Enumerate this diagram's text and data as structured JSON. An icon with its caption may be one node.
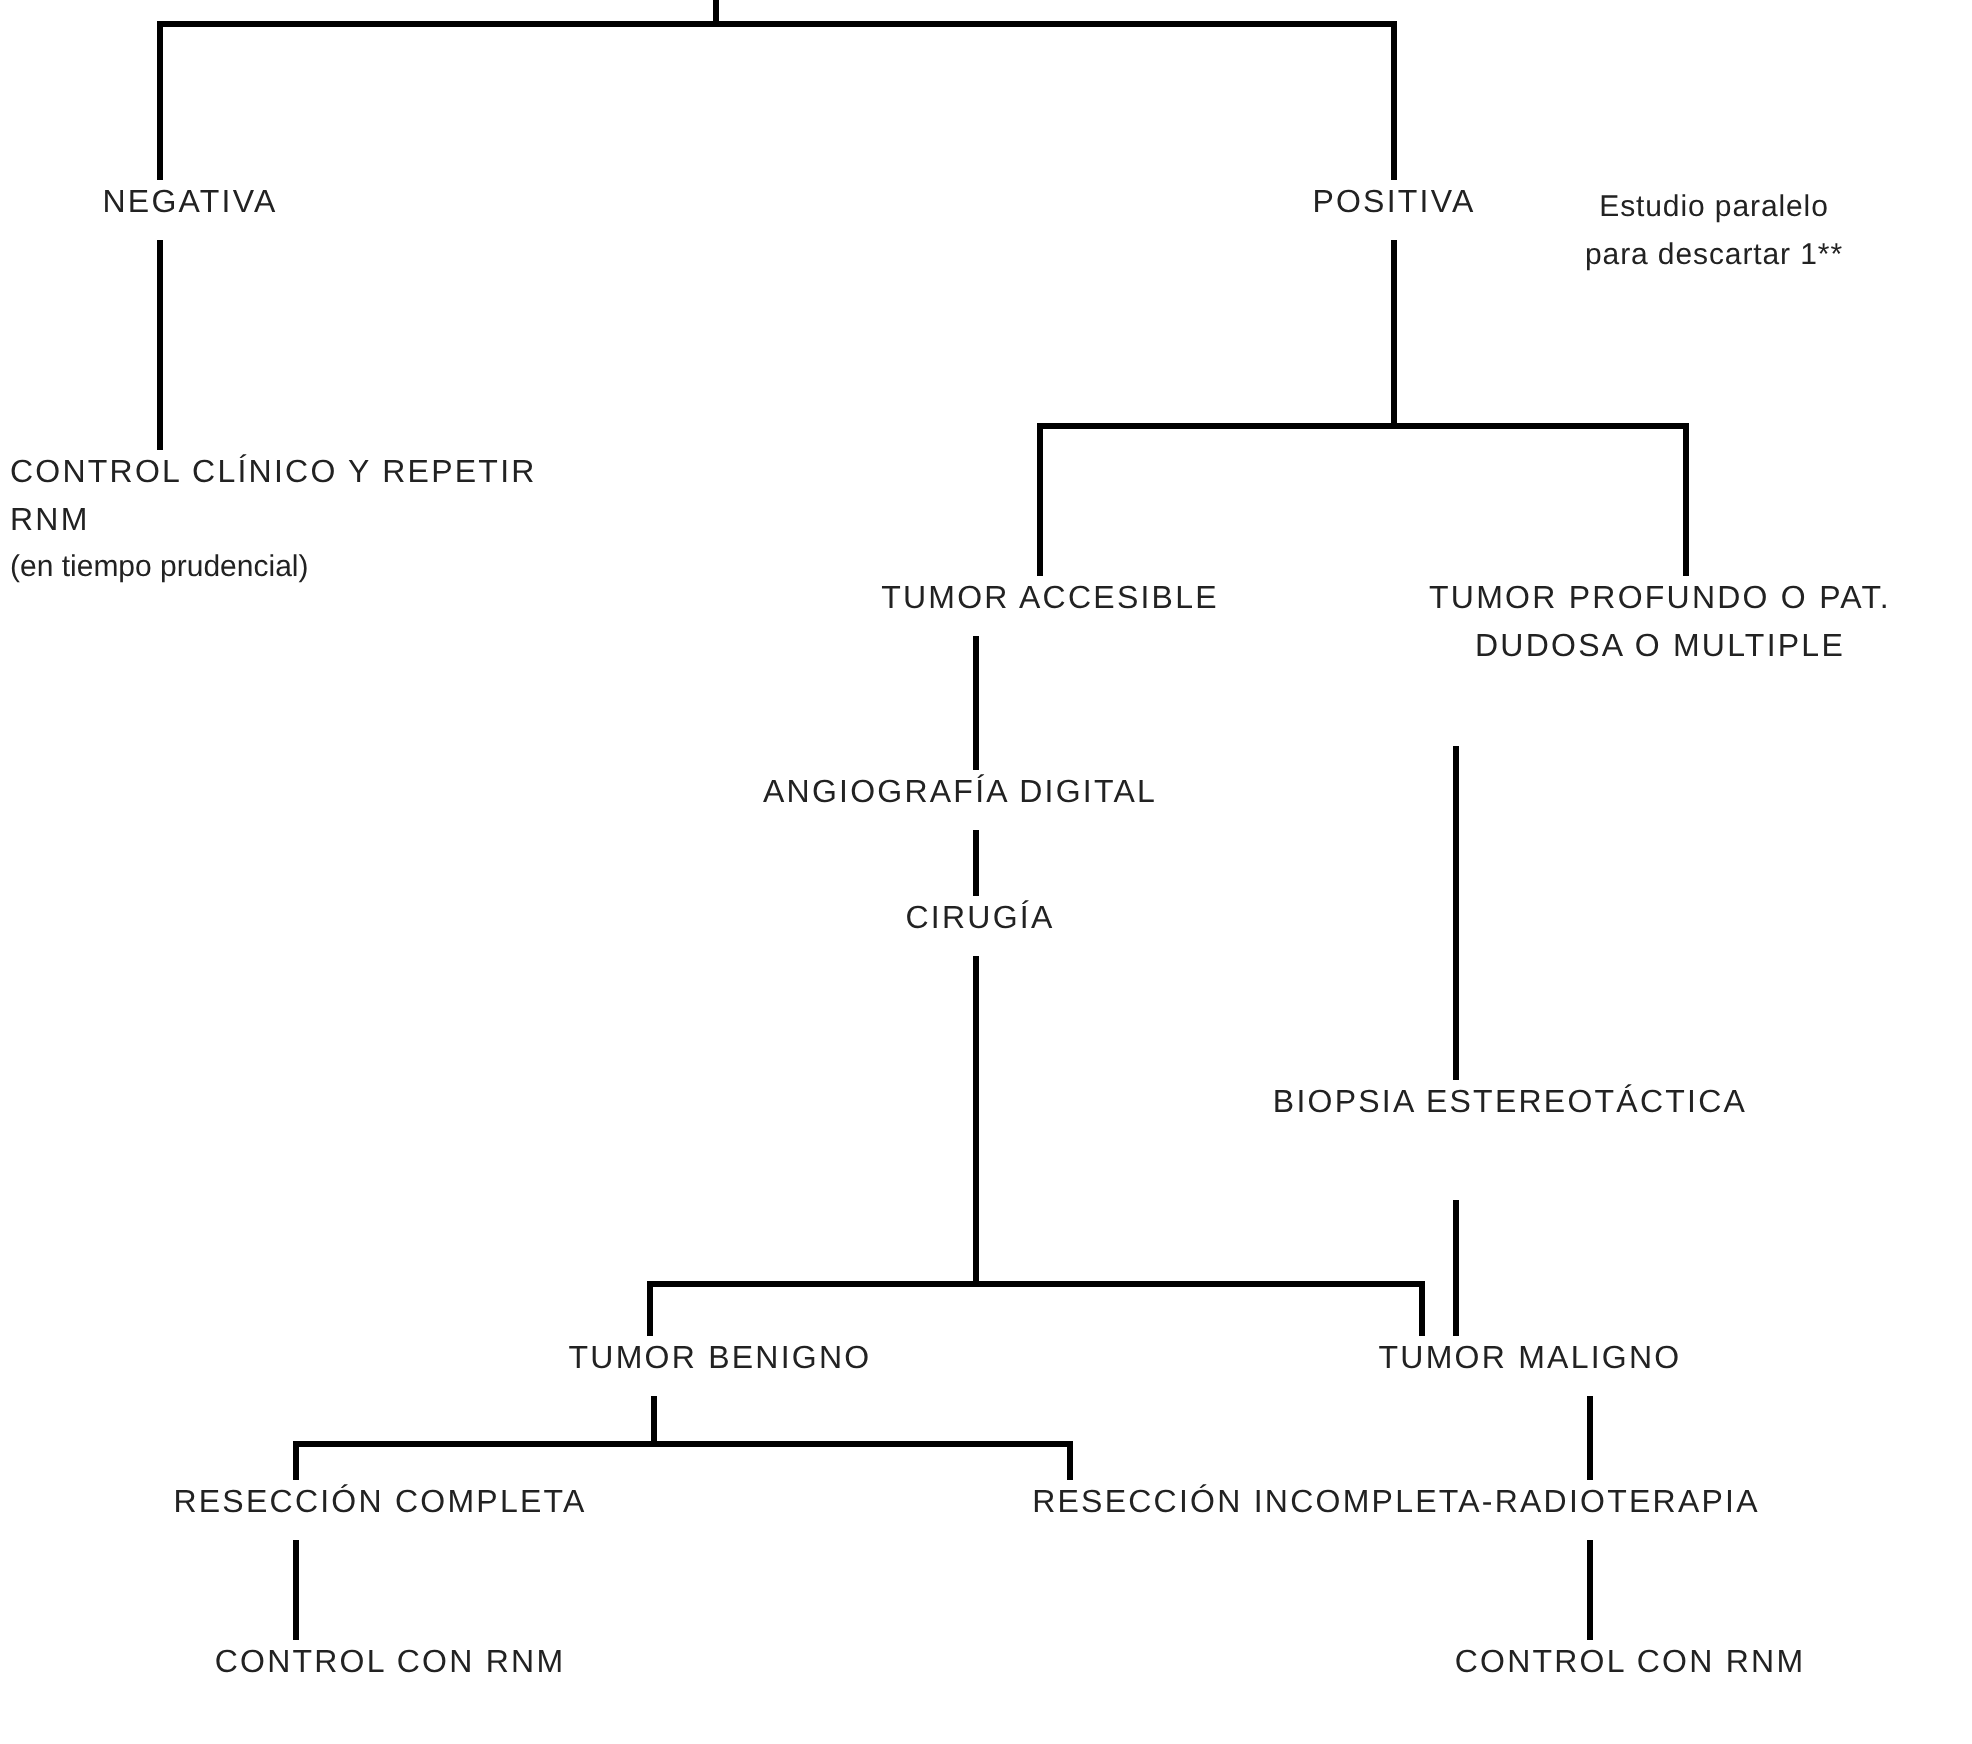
{
  "diagram": {
    "nodes": [
      {
        "text": [
          "NEGATIVA"
        ]
      },
      {
        "text": [
          "POSITIVA"
        ],
        "beside": [
          "Estudio paralelo para descartar 1**"
        ]
      },
      {
        "text": [
          "CONTROL CLÍNICO Y REPETIR RNM",
          "(en tiempo prudencial)"
        ]
      },
      {
        "text": [
          "TUMOR ACCESIBLE"
        ]
      },
      {
        "text": [
          "TUMOR PROFUNDO O PAT. DUDOSA O MULTIPLE"
        ]
      },
      {
        "text": [
          "ANGIOGRAFÍA DIGITAL"
        ]
      },
      {
        "text": [
          "CIRUGÍA"
        ]
      },
      {
        "text": [
          "BIOPSIA ESTEREOTÁCTICA"
        ]
      },
      {
        "text": [
          "TUMOR BENIGNO"
        ]
      },
      {
        "text": [
          "TUMOR MALIGNO"
        ]
      },
      {
        "text": [
          "RESECCIÓN COMPLETA"
        ]
      },
      {
        "text": [
          "RESECCIÓN INCOMPLETA-RADIOTERAPIA"
        ]
      },
      {
        "text": [
          "CONTROL CON RNM"
        ]
      },
      {
        "text": [
          "CONTROL CON  RNM"
        ]
      }
    ],
    "edges": [
      {
        "from": null,
        "to": 0,
        "arrow": "none"
      },
      {
        "from": null,
        "to": 1,
        "arrow": "none"
      },
      {
        "from": 0,
        "to": 2,
        "arrow": "none"
      },
      {
        "from": 1,
        "to": 3,
        "arrow": "none"
      },
      {
        "from": 1,
        "to": 4,
        "arrow": "none"
      },
      {
        "from": 3,
        "to": 5,
        "arrow": "none"
      },
      {
        "from": 5,
        "to": 6,
        "arrow": "none"
      },
      {
        "from": 6,
        "to": 8,
        "arrow": "none"
      },
      {
        "from": 6,
        "to": 9,
        "arrow": "none"
      },
      {
        "from": 4,
        "to": 7,
        "arrow": "none"
      },
      {
        "from": 7,
        "to": 9,
        "arrow": "none"
      },
      {
        "from": 8,
        "to": 10,
        "arrow": "none"
      },
      {
        "from": 8,
        "to": 11,
        "arrow": "none"
      },
      {
        "from": 9,
        "to": 11,
        "arrow": "none"
      },
      {
        "from": 10,
        "to": 12,
        "arrow": "none"
      },
      {
        "from": 11,
        "to": 13,
        "arrow": "none"
      }
    ]
  }
}
